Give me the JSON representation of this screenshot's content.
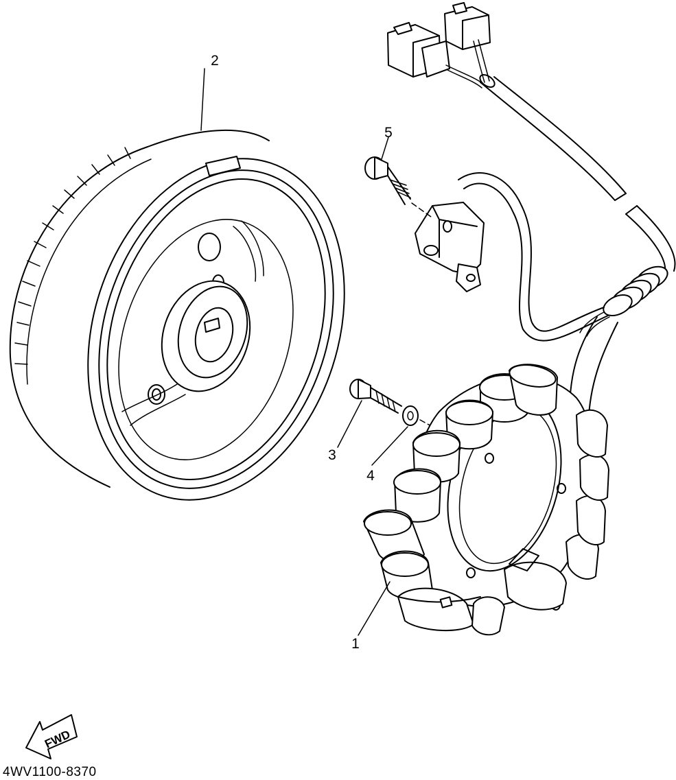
{
  "callouts": [
    {
      "id": "1",
      "label": "1"
    },
    {
      "id": "2",
      "label": "2"
    },
    {
      "id": "3",
      "label": "3"
    },
    {
      "id": "4",
      "label": "4"
    },
    {
      "id": "5",
      "label": "5"
    }
  ],
  "direction_badge": {
    "text": "FWD"
  },
  "diagram_code": "4WV1100-8370"
}
